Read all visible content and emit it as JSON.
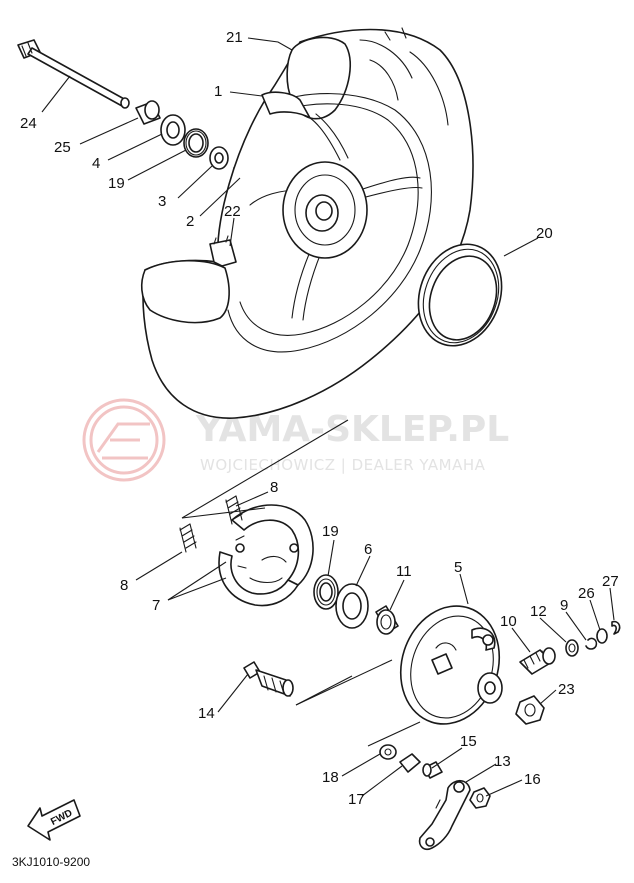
{
  "diagram": {
    "code": "3KJ1010-9200",
    "fwd_label": "FWD",
    "watermark": {
      "title": "YAMA-SKLEP.PL",
      "subtitle": "WOJCIECHOWICZ | DEALER YAMAHA"
    },
    "callouts": {
      "c1": "1",
      "c2": "2",
      "c3": "3",
      "c4": "4",
      "c5": "5",
      "c6": "6",
      "c7": "7",
      "c8a": "8",
      "c8b": "8",
      "c9": "9",
      "c10": "10",
      "c11": "11",
      "c12": "12",
      "c13": "13",
      "c14": "14",
      "c15": "15",
      "c16": "16",
      "c17": "17",
      "c18": "18",
      "c19a": "19",
      "c19b": "19",
      "c20": "20",
      "c21": "21",
      "c22": "22",
      "c23": "23",
      "c24": "24",
      "c25": "25",
      "c26": "26",
      "c27": "27"
    },
    "colors": {
      "line": "#1a1a1a",
      "watermark": "#e3e3e3",
      "watermark_logo": "#f2c4c4"
    }
  }
}
